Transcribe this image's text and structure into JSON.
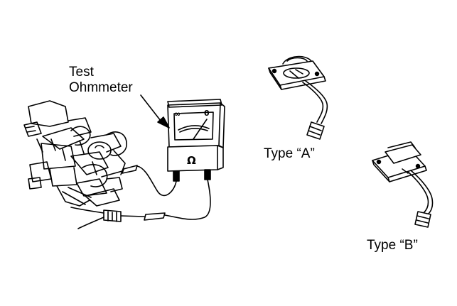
{
  "labels": {
    "test": "Test",
    "ohmmeter": "Ohmmeter",
    "type_a": "Type “A”",
    "type_b": "Type “B”"
  },
  "meter": {
    "unit_symbol": "Ω",
    "scale_left": "∞",
    "scale_right": "0"
  },
  "colors": {
    "ink": "#000000",
    "paper": "#ffffff"
  }
}
